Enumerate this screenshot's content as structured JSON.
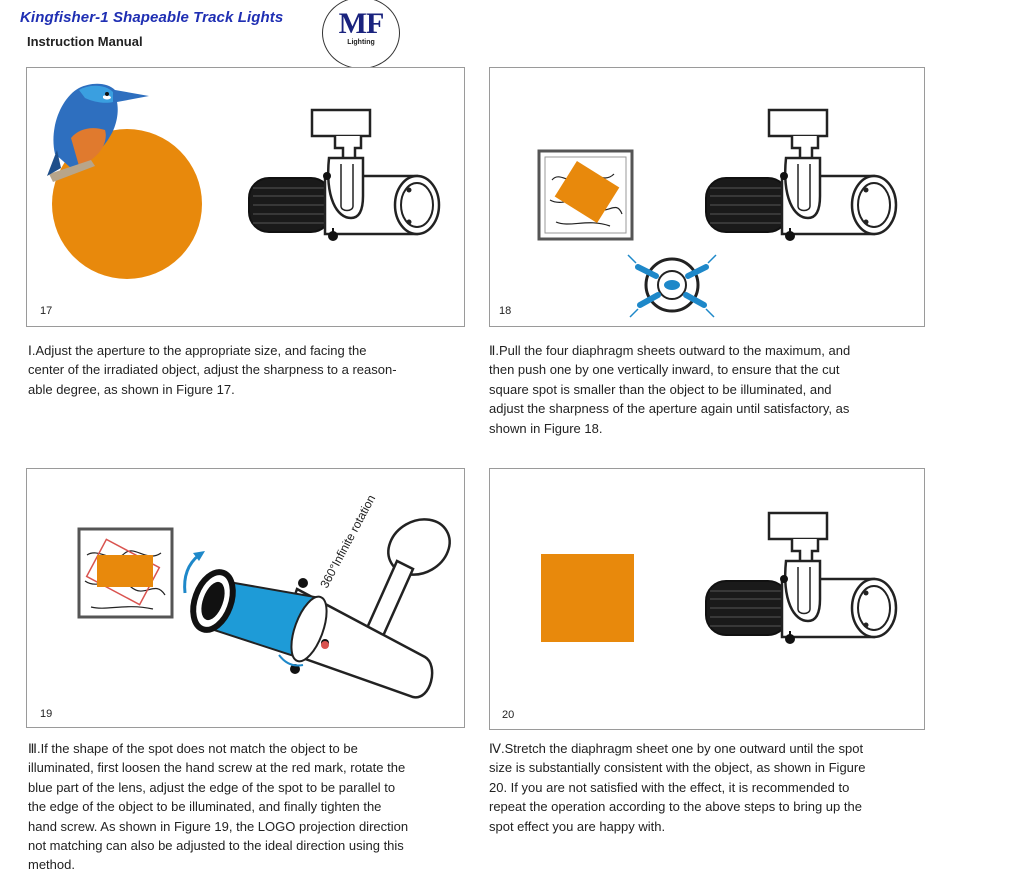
{
  "header": {
    "title": "Kingfisher-1 Shapeable Track Lights",
    "subtitle": "Instruction Manual",
    "logo_text": "MF",
    "logo_subtext": "Lighting"
  },
  "figures": [
    {
      "number": "17"
    },
    {
      "number": "18"
    },
    {
      "number": "19",
      "rotation_label": "360°Infinite rotation"
    },
    {
      "number": "20"
    }
  ],
  "captions": [
    {
      "lines": [
        "Ⅰ.Adjust the aperture to the appropriate size, and facing the",
        "center of the irradiated object, adjust the sharpness to a reason-",
        "able degree, as shown in Figure 17."
      ]
    },
    {
      "lines": [
        "Ⅱ.Pull the four diaphragm sheets outward to the maximum, and",
        "then push one by one vertically inward, to ensure that the cut",
        "square spot is smaller than the object to be illuminated, and",
        "adjust the sharpness of the aperture again until satisfactory, as",
        "shown in Figure 18."
      ]
    },
    {
      "lines": [
        "Ⅲ.If the shape of the spot does not match the object to be",
        "illuminated, first loosen the hand screw at the red mark, rotate the",
        "blue part of the lens, adjust the edge of the spot to be parallel to",
        "the edge of the object to be illuminated, and finally tighten the",
        "hand screw. As shown in Figure 19, the LOGO projection direction",
        "not matching can also be adjusted to the ideal direction using this",
        "method."
      ]
    },
    {
      "lines": [
        "Ⅳ.Stretch the diaphragm sheet one by one outward until the spot",
        "size is substantially consistent with the object, as shown in Figure",
        "20. If you are not satisfied with the effect, it is recommended to",
        "repeat the operation according to the above steps to bring up the",
        "spot effect you are happy with."
      ]
    }
  ],
  "colors": {
    "title": "#1f2fb3",
    "spot_orange": "#e8890c",
    "lens_blue": "#1e9bd7",
    "arrow_blue": "#1e88c9",
    "red_mark": "#d9534f"
  }
}
